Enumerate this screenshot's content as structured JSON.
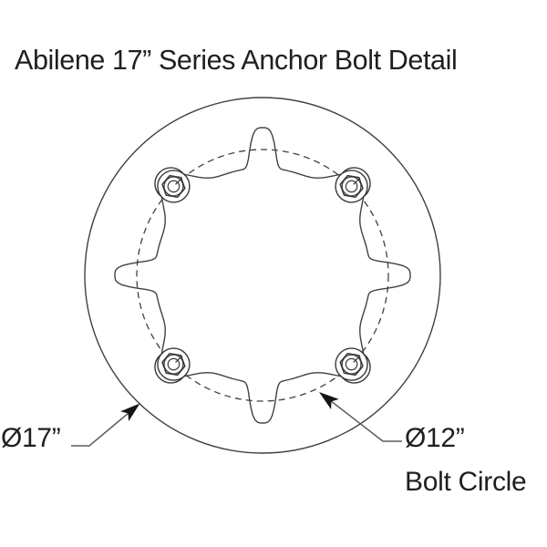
{
  "title": "Abilene 17” Series Anchor Bolt Detail",
  "diagram": {
    "outer_label": "Ø17”",
    "bolt_circle_label": "Ø12”",
    "bolt_circle_sublabel": "Bolt Circle",
    "outer_diameter_inches": 17,
    "bolt_circle_diameter_inches": 12,
    "bolt_count": 4,
    "bolt_angles_deg": [
      45,
      135,
      225,
      315
    ],
    "colors": {
      "line": "#414141",
      "bolt_line": "#383838",
      "leader": "#5c5c5c",
      "arrow": "#141414",
      "text": "#1f1f1f",
      "background": "#ffffff"
    }
  }
}
